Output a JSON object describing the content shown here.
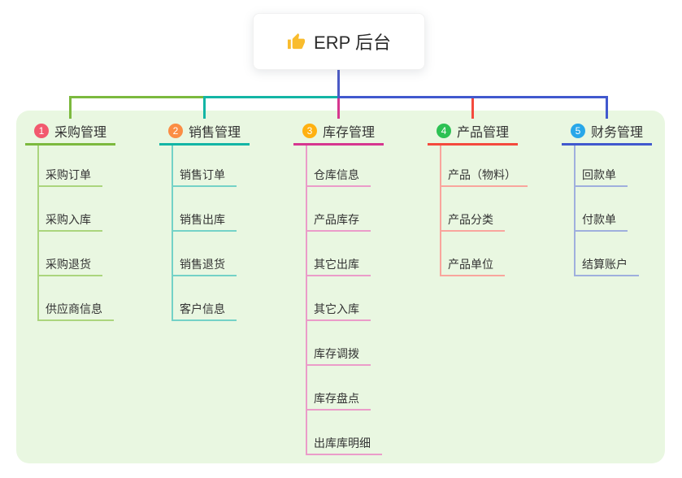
{
  "root": {
    "title": "ERP 后台",
    "icon": "thumbs-up",
    "icon_color": "#f9bc2d",
    "connector_color": "#4b5ac6"
  },
  "panel": {
    "background": "#e9f7e1"
  },
  "text_color": "#333333",
  "branches": [
    {
      "badge": "1",
      "badge_color": "#f2596e",
      "title": "采购管理",
      "line_color": "#7cb93e",
      "light_color": "#abd57d",
      "children": [
        "采购订单",
        "采购入库",
        "采购退货",
        "供应商信息"
      ]
    },
    {
      "badge": "2",
      "badge_color": "#fb8d44",
      "title": "销售管理",
      "line_color": "#13b5a5",
      "light_color": "#74d2c7",
      "children": [
        "销售订单",
        "销售出库",
        "销售退货",
        "客户信息"
      ]
    },
    {
      "badge": "3",
      "badge_color": "#ffb111",
      "title": "库存管理",
      "line_color": "#d6368f",
      "light_color": "#eb9cc9",
      "children": [
        "仓库信息",
        "产品库存",
        "其它出库",
        "其它入库",
        "库存调拨",
        "库存盘点",
        "出库库明细"
      ]
    },
    {
      "badge": "4",
      "badge_color": "#2dc153",
      "title": "产品管理",
      "line_color": "#f44a3d",
      "light_color": "#f9a59d",
      "children": [
        "产品（物料）",
        "产品分类",
        "产品单位"
      ]
    },
    {
      "badge": "5",
      "badge_color": "#28a7e9",
      "title": "财务管理",
      "line_color": "#4159ce",
      "light_color": "#9fafdd",
      "children": [
        "回款单",
        "付款单",
        "结算账户"
      ]
    }
  ]
}
